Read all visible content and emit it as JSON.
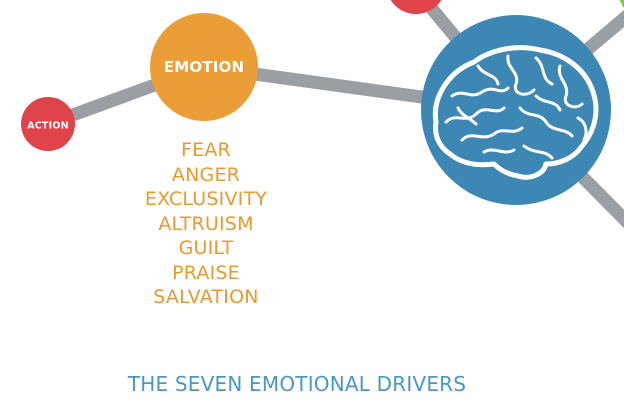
{
  "nodes": {
    "emotion": {
      "label": "EMOTION"
    },
    "action": {
      "label": "ACTION"
    }
  },
  "drivers": [
    "FEAR",
    "ANGER",
    "EXCLUSIVITY",
    "ALTRUISM",
    "GUILT",
    "PRAISE",
    "SALVATION"
  ],
  "caption": "THE SEVEN EMOTIONAL DRIVERS",
  "colors": {
    "connector": "#9b9ea3",
    "emotion_node": "#eb9e38",
    "action_node": "#e0444b",
    "top_node": "#e0444b",
    "brain_node": "#3c87b4",
    "corner_node": "#8cc63f",
    "driver_text": "#e89a30",
    "caption_text": "#4a97c4",
    "icon_stroke": "#ffffff"
  }
}
